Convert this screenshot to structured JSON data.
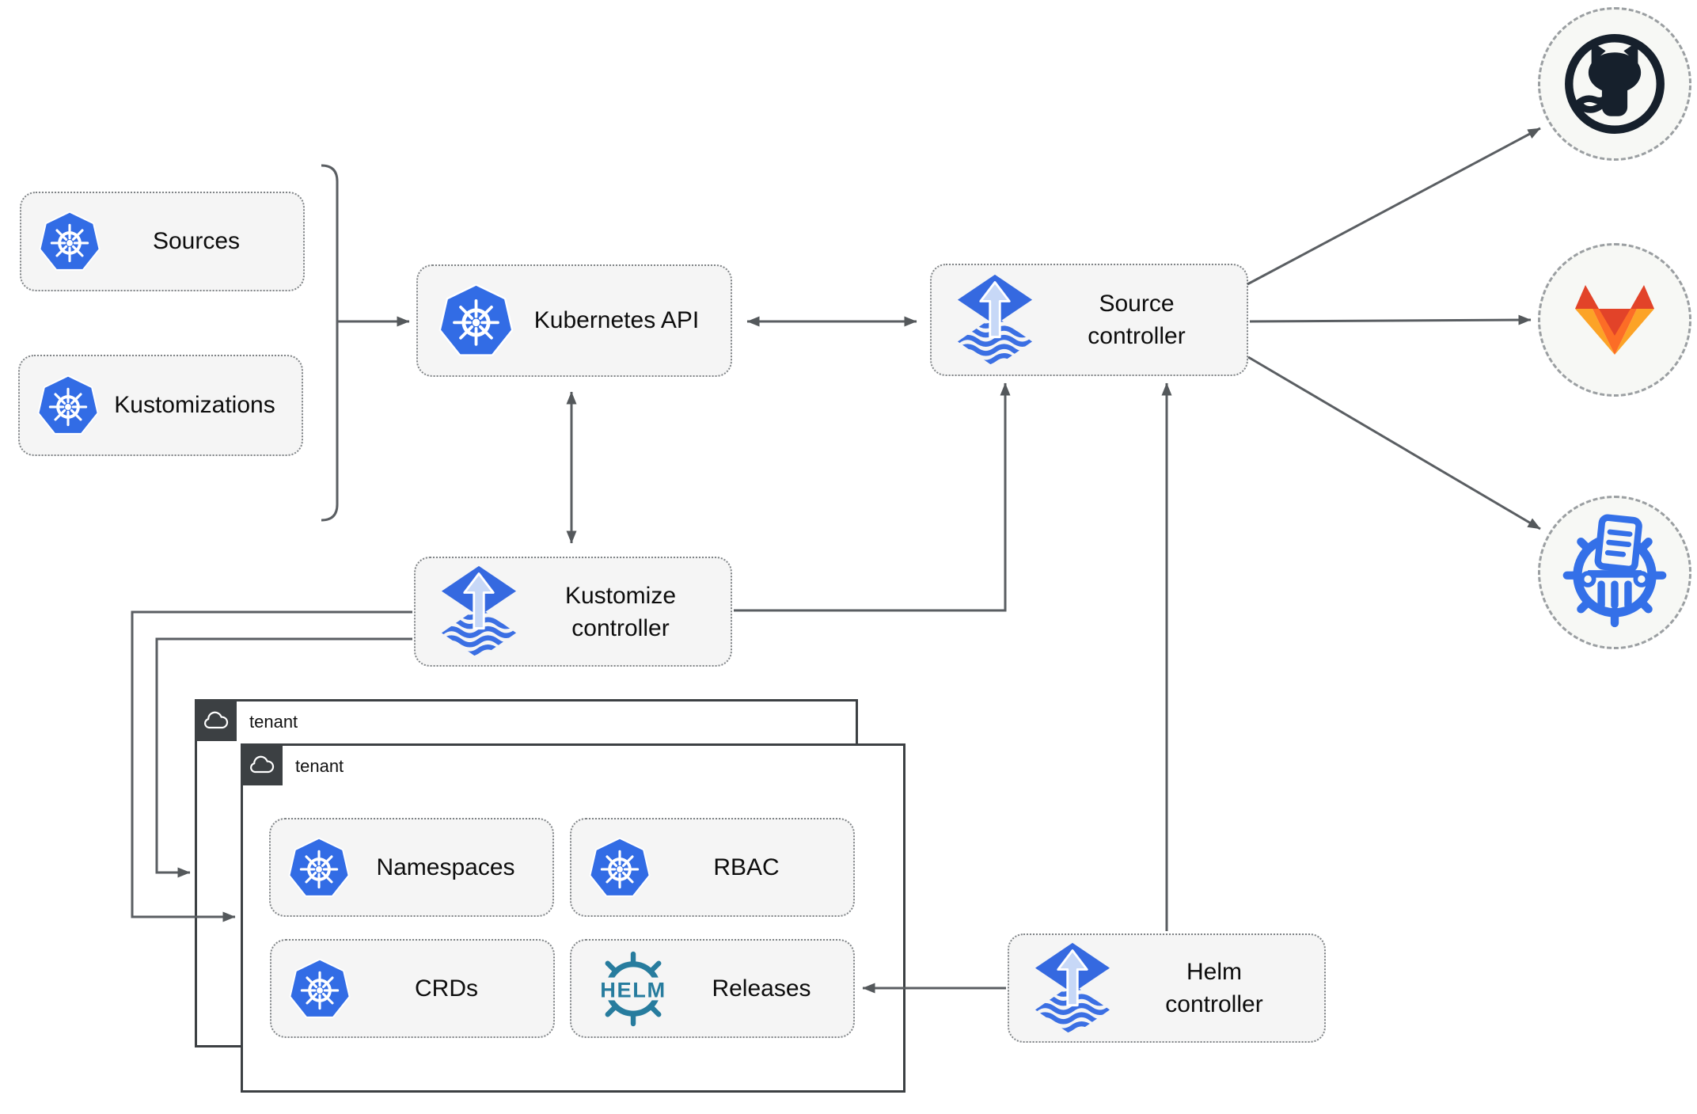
{
  "diagram": {
    "description": "Flux GitOps architecture diagram",
    "colors": {
      "kubernetes_blue": "#326ce5",
      "flux_blue": "#3569e0",
      "flux_arrow_light": "#c7d8f7",
      "helm_teal": "#277c9e",
      "github_dark": "#16202c",
      "gitlab_red": "#e24329",
      "gitlab_orange": "#fc6d26",
      "gitlab_yellow": "#fca326",
      "chartmuseum_blue": "#3470e8",
      "node_fill": "#f5f5f5",
      "endpoint_fill": "#f7f8f5",
      "tenant_dark": "#3c4043",
      "edge_gray": "#5a5e62"
    }
  },
  "nodes": {
    "sources": {
      "label": "Sources",
      "icon": "kubernetes-icon"
    },
    "kustomizations": {
      "label": "Kustomizations",
      "icon": "kubernetes-icon"
    },
    "kubernetes_api": {
      "label": "Kubernetes API",
      "icon": "kubernetes-icon"
    },
    "source_controller": {
      "line1": "Source",
      "line2": "controller",
      "icon": "flux-icon"
    },
    "kustomize_controller": {
      "line1": "Kustomize",
      "line2": "controller",
      "icon": "flux-icon"
    },
    "helm_controller": {
      "line1": "Helm",
      "line2": "controller",
      "icon": "flux-icon"
    },
    "namespaces": {
      "label": "Namespaces",
      "icon": "kubernetes-icon"
    },
    "rbac": {
      "label": "RBAC",
      "icon": "kubernetes-icon"
    },
    "crds": {
      "label": "CRDs",
      "icon": "kubernetes-icon"
    },
    "releases": {
      "label": "Releases",
      "icon": "helm-logo",
      "logo_text": "HELM"
    }
  },
  "tenants": {
    "back": {
      "label": "tenant",
      "icon": "cloud-icon"
    },
    "front": {
      "label": "tenant",
      "icon": "cloud-icon"
    }
  },
  "endpoints": {
    "github": {
      "icon": "github-octocat-icon"
    },
    "gitlab": {
      "icon": "gitlab-tanuki-icon"
    },
    "chartmuseum": {
      "icon": "chartmuseum-helm-repo-icon"
    }
  }
}
